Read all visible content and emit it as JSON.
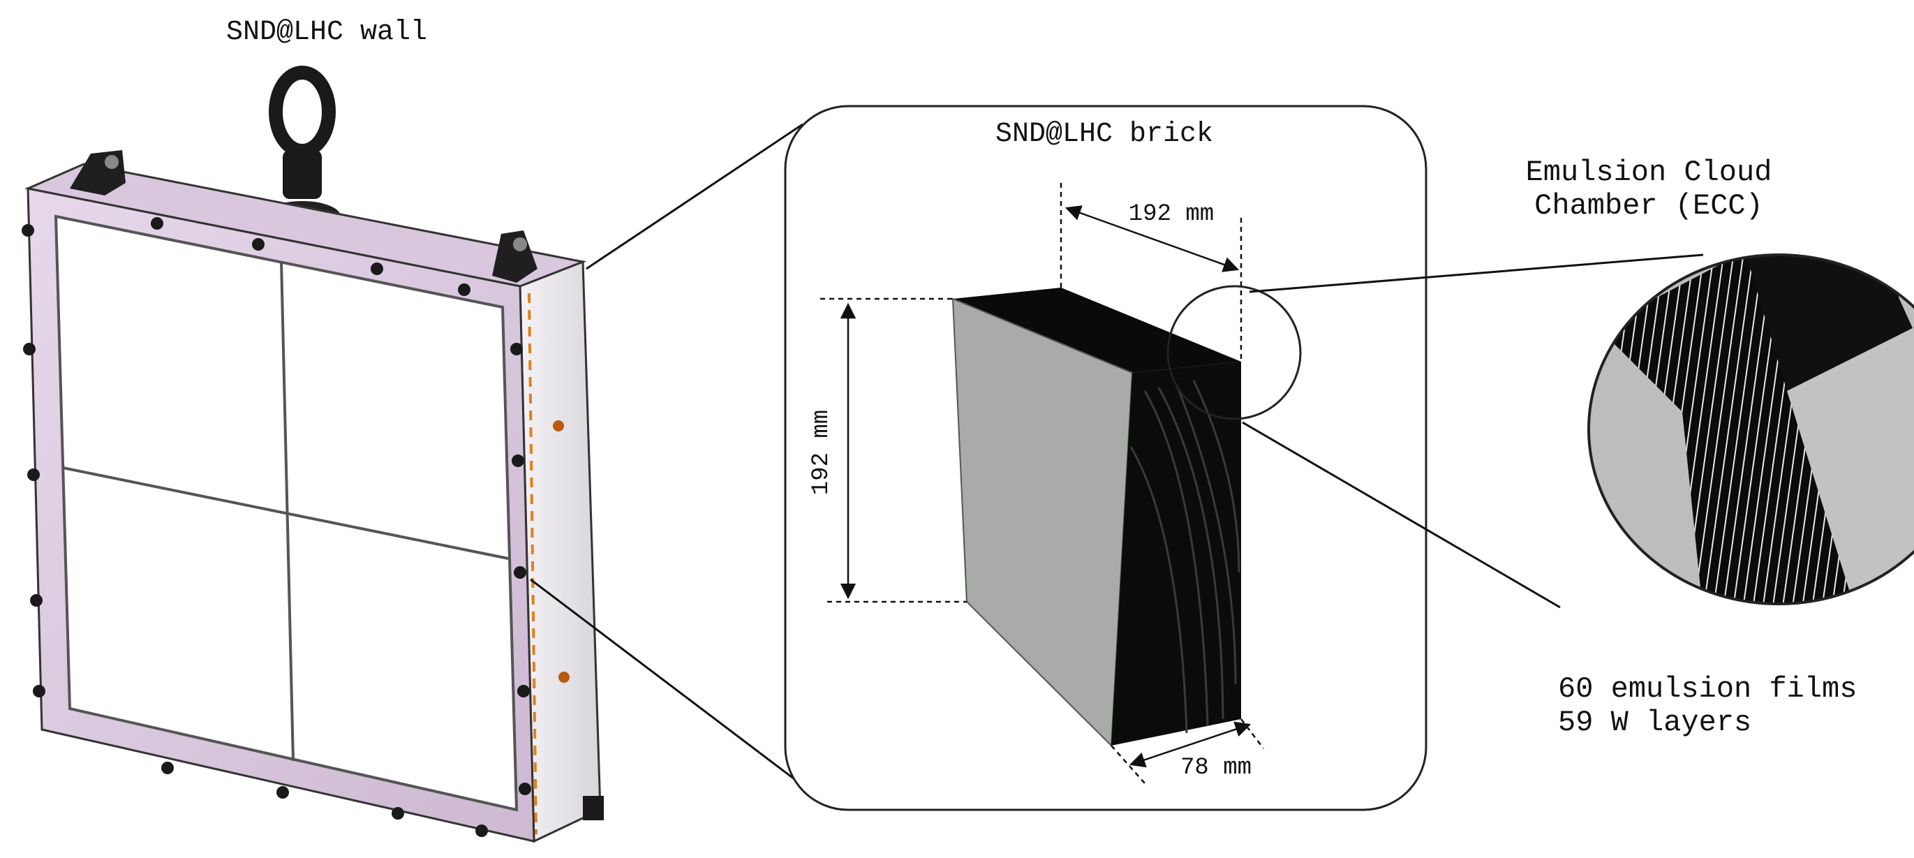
{
  "wall": {
    "title": "SND@LHC wall"
  },
  "brick": {
    "title": "SND@LHC brick",
    "dim_width": "192 mm",
    "dim_height": "192 mm",
    "dim_depth": "78 mm"
  },
  "ecc": {
    "title_line1": "Emulsion Cloud",
    "title_line2": "Chamber (ECC)",
    "desc_line1": "60 emulsion films",
    "desc_line2": "59 W layers"
  },
  "colors": {
    "frame": "#ddcbe0",
    "frame_edge": "#444444",
    "brick_face": "#a9aba9",
    "brick_dark": "#0a0a0a",
    "accent_dash": "#e0801a",
    "ecc_bg": "#bdbdbd"
  },
  "icons": [
    "lifting-eye-icon",
    "bracket-icon"
  ]
}
